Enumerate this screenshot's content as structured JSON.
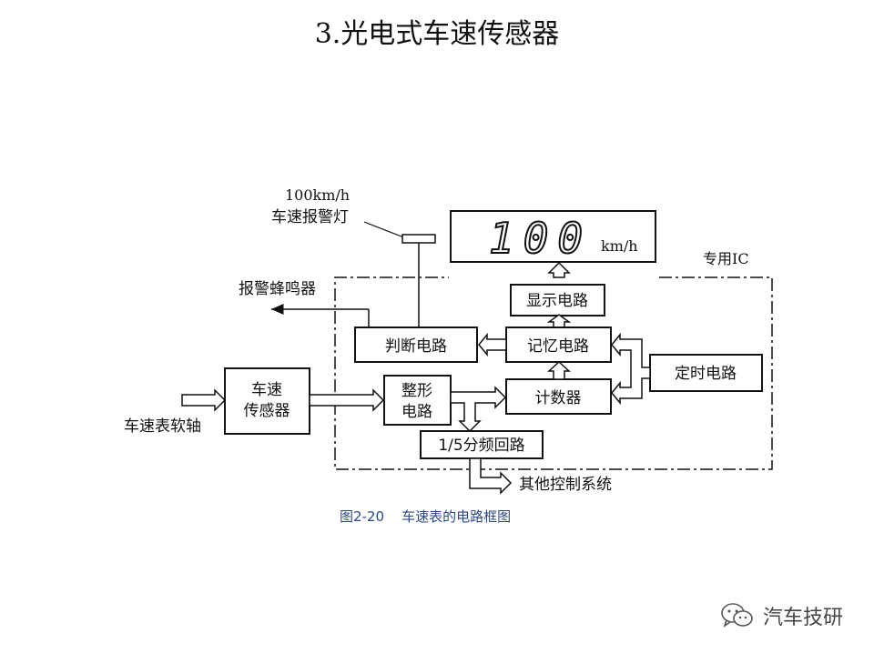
{
  "title": "3.光电式车速传感器",
  "diagram": {
    "warning_lamp_speed": "100km/h",
    "warning_lamp_label": "车速报警灯",
    "display_value": "100",
    "display_unit": "km/h",
    "ic_label": "专用IC",
    "buzzer_label": "报警蜂鸣器",
    "input_label": "车速表软轴",
    "sensor_line1": "车速",
    "sensor_line2": "传感器",
    "shaping_line1": "整形",
    "shaping_line2": "电路",
    "display_circuit": "显示电路",
    "judge_circuit": "判断电路",
    "memory_circuit": "记忆电路",
    "timer_circuit": "定时电路",
    "counter": "计数器",
    "divider": "1/5分频回路",
    "other_systems": "其他控制系统"
  },
  "caption": "图2-20    车速表的电路框图",
  "watermark": {
    "text": "汽车技研",
    "icon": "wechat-icon"
  }
}
